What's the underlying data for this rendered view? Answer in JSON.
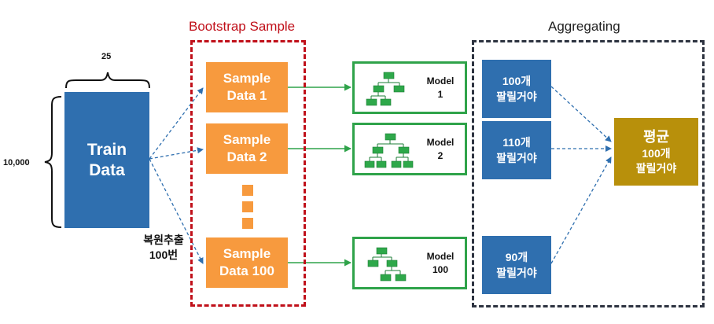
{
  "train": {
    "line1": "Train",
    "line2": "Data",
    "rows": "10,000",
    "cols": "25"
  },
  "sampling_label": {
    "line1": "복원추출",
    "line2": "100번"
  },
  "bootstrap": {
    "title": "Bootstrap Sample"
  },
  "aggregating": {
    "title": "Aggregating"
  },
  "samples": [
    {
      "line1": "Sample",
      "line2": "Data 1"
    },
    {
      "line1": "Sample",
      "line2": "Data 2"
    },
    {
      "line1": "Sample",
      "line2": "Data 100"
    }
  ],
  "models": [
    {
      "line1": "Model",
      "line2": "1"
    },
    {
      "line1": "Model",
      "line2": "2"
    },
    {
      "line1": "Model",
      "line2": "100"
    }
  ],
  "results": [
    {
      "line1": "100개",
      "line2": "팔릴거야"
    },
    {
      "line1": "110개",
      "line2": "팔릴거야"
    },
    {
      "line1": "90개",
      "line2": "팔릴거야"
    }
  ],
  "final": {
    "line1": "평균",
    "line2": "100개",
    "line3": "팔릴거야"
  },
  "colors": {
    "train": "#2f6faf",
    "sample": "#f79a3e",
    "model_border": "#2fa34a",
    "tree_node": "#2ea84a",
    "bootstrap_border": "#c0101a",
    "final": "#b8900b",
    "arrow": "#2f6faf"
  }
}
